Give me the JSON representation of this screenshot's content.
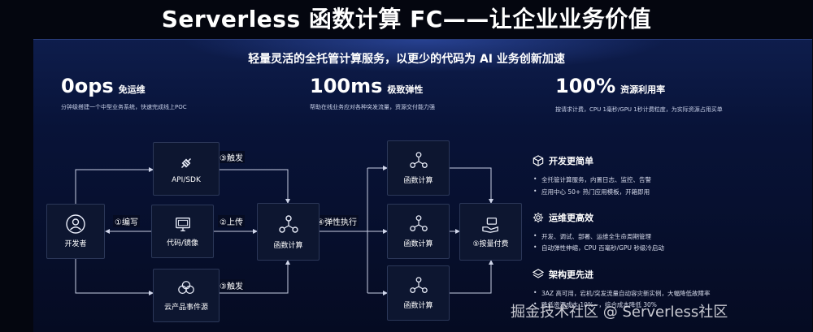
{
  "title": "Serverless 函数计算 FC——让企业业务价值",
  "subtitle": "轻量灵活的全托管计算服务，以更少的代码为 AI 业务创新加速",
  "metrics": [
    {
      "big": "0ops",
      "label": "免运维",
      "desc": "分钟级搭建一个中型业务系统，快速完成线上POC"
    },
    {
      "big": "100ms",
      "label": "极致弹性",
      "desc": "帮助在线业务应对各种突发流量，资源交付能力强"
    },
    {
      "big": "100%",
      "label": "资源利用率",
      "desc": "按请求计费，CPU 1毫秒/GPU 1秒计费粒度，为实际资源占用买单"
    }
  ],
  "nodes": {
    "developer": "开发者",
    "api_sdk": "API/SDK",
    "code_image": "代码/镜像",
    "cloud_events": "云产品事件源",
    "fc_main": "函数计算",
    "fc_1": "函数计算",
    "fc_2": "函数计算",
    "fc_3": "函数计算",
    "billing": "⑤按量付费"
  },
  "edges": {
    "write": "①编写",
    "upload": "②上传",
    "trigger_top": "③触发",
    "trigger_bottom": "③触发",
    "elastic": "④弹性执行"
  },
  "features": [
    {
      "heading": "开发更简单",
      "icon": "cube-icon",
      "bullets": [
        "全托管计算服务，内置日志、监控、告警",
        "应用中心 50+ 热门应用模板，开箱即用"
      ]
    },
    {
      "heading": "运维更高效",
      "icon": "gear-icon",
      "bullets": [
        "开发、调试、部署、运维全生命周期管理",
        "自动弹性伸缩，CPU 百毫秒/GPU 秒级冷启动"
      ]
    },
    {
      "heading": "架构更先进",
      "icon": "layers-icon",
      "bullets": [
        "3AZ 高可用，宕机/突发流量自动容灾新实例，大幅降低故障率",
        "降低资源成本 10%~，综合成本降低 30%"
      ]
    }
  ],
  "watermark": "掘金技术社区 @ Serverless社区",
  "colors": {
    "background": "#04060f",
    "panel": "#081338",
    "box": "#0d1630",
    "border": "#2b3758"
  }
}
